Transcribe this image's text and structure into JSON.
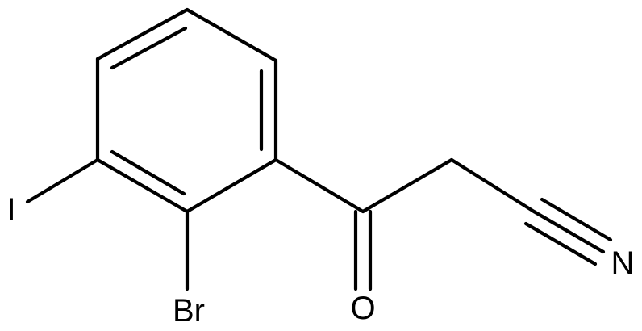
{
  "molecule": {
    "atoms": {
      "iodine": "I",
      "bromine": "Br",
      "oxygen": "O",
      "nitrogen": "N"
    },
    "colors": {
      "bond": "#000000",
      "background": "#ffffff"
    }
  }
}
